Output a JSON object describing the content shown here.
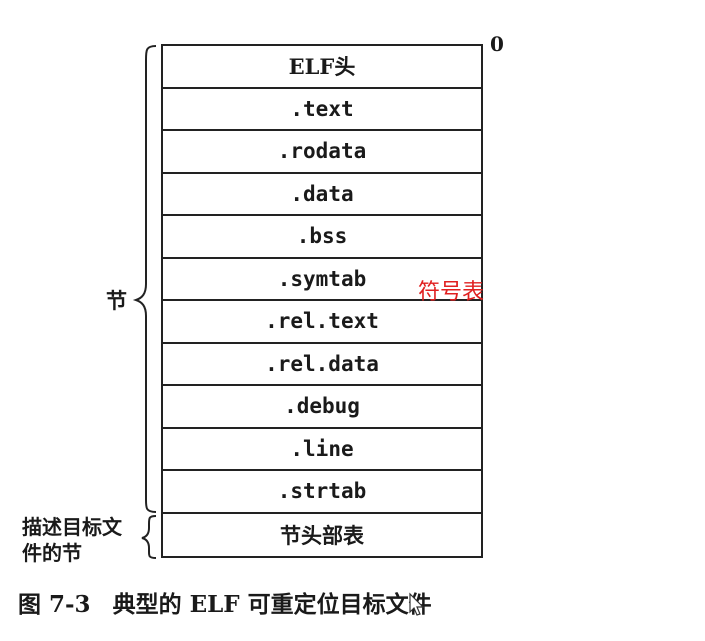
{
  "offset_label": "0",
  "rows": [
    {
      "label": "ELF头",
      "style": "serif"
    },
    {
      "label": ".text",
      "style": "mono"
    },
    {
      "label": ".rodata",
      "style": "mono"
    },
    {
      "label": ".data",
      "style": "mono"
    },
    {
      "label": ".bss",
      "style": "mono"
    },
    {
      "label": ".symtab",
      "style": "mono"
    },
    {
      "label": ".rel.text",
      "style": "mono"
    },
    {
      "label": ".rel.data",
      "style": "mono"
    },
    {
      "label": ".debug",
      "style": "mono"
    },
    {
      "label": ".line",
      "style": "mono"
    },
    {
      "label": ".strtab",
      "style": "mono"
    },
    {
      "label": "节头部表",
      "style": "serif"
    }
  ],
  "annotations": {
    "symtab_note": "符号表",
    "sections_brace": "节",
    "section_header_brace": "描述目标文件的节"
  },
  "caption": {
    "number": "图 7-3",
    "text": "典型的 ELF 可重定位目标文件"
  },
  "colors": {
    "annotation_red": "#e02020",
    "line": "#222222"
  }
}
